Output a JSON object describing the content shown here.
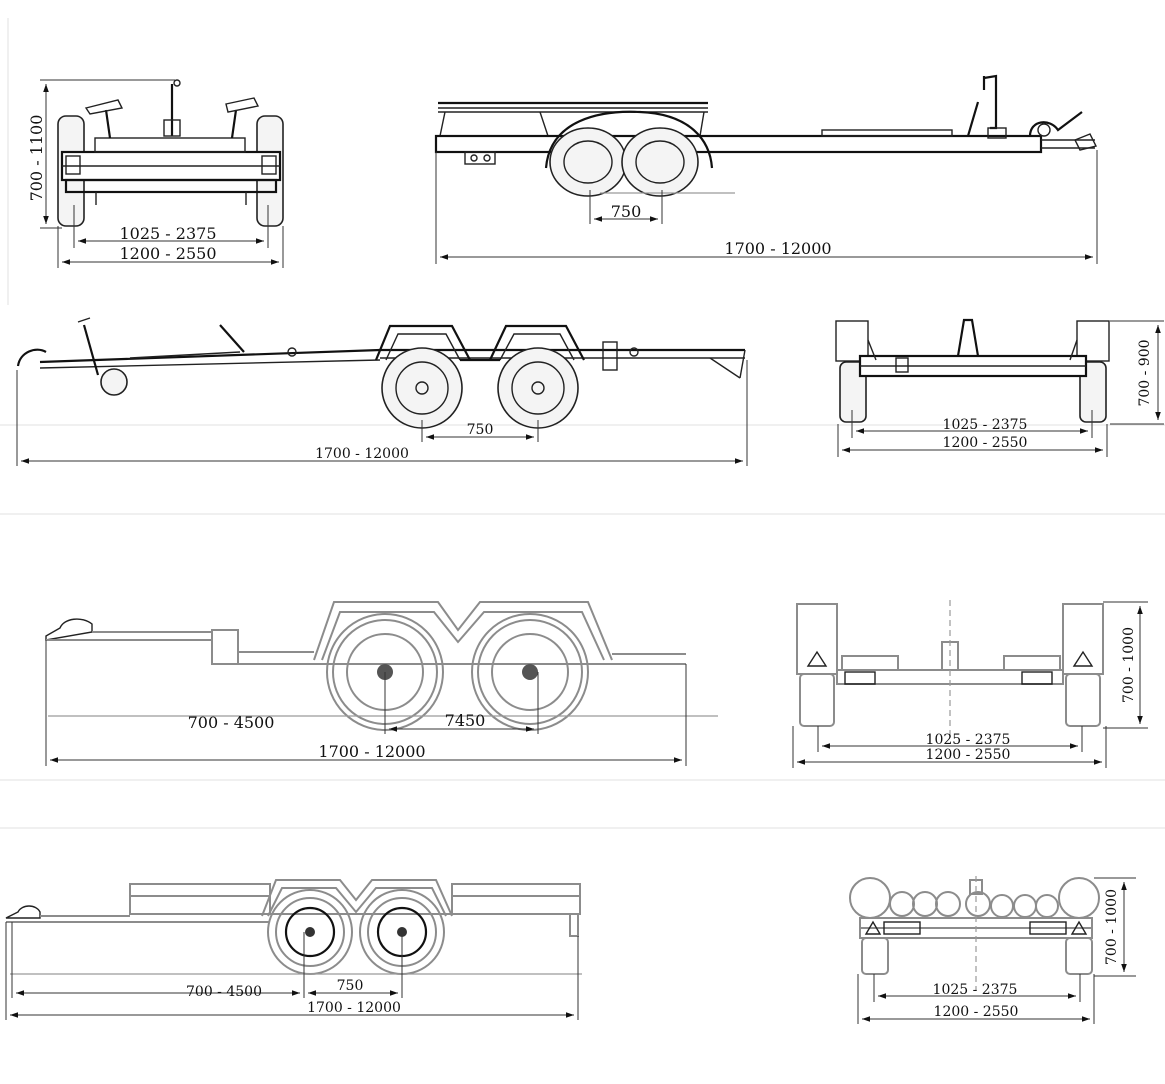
{
  "views": {
    "v1": {
      "height": "700 - 1100",
      "inner_track": "1025 - 2375",
      "outer_width": "1200 - 2550"
    },
    "v2": {
      "axle_spacing": "750",
      "length": "1700 - 12000"
    },
    "v3": {
      "axle_spacing": "750",
      "length": "1700 - 12000"
    },
    "v4": {
      "height": "700 - 900",
      "inner_track": "1025 - 2375",
      "outer_width": "1200 - 2550"
    },
    "v5": {
      "drawbar": "700 - 4500",
      "axle_spacing": "7450",
      "length": "1700 - 12000"
    },
    "v6": {
      "height": "700 - 1000",
      "inner_track": "1025 - 2375",
      "outer_width": "1200 - 2550"
    },
    "v7": {
      "drawbar": "700 - 4500",
      "axle_spacing": "750",
      "length": "1700 - 12000"
    },
    "v8": {
      "height": "700 - 1000",
      "inner_track": "1025 - 2375",
      "outer_width": "1200 - 2550"
    }
  }
}
